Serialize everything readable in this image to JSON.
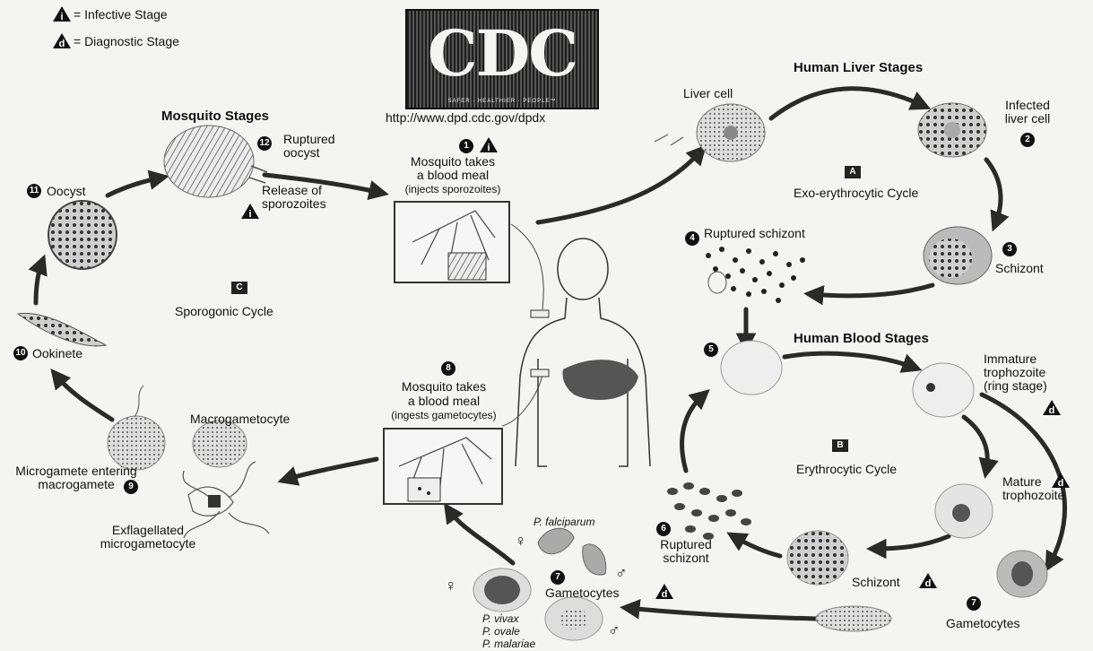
{
  "legend": {
    "infective_symbol": "i",
    "infective_label": "= Infective Stage",
    "diagnostic_symbol": "d",
    "diagnostic_label": "= Diagnostic Stage"
  },
  "logo": {
    "text": "CDC",
    "tagline": "SAFER · HEALTHIER · PEOPLE™",
    "url": "http://www.dpd.cdc.gov/dpdx"
  },
  "sections": {
    "mosquito": "Mosquito Stages",
    "liver": "Human Liver Stages",
    "blood": "Human Blood Stages",
    "exo_letter": "A",
    "exo": "Exo-erythrocytic Cycle",
    "ery_letter": "B",
    "ery": "Erythrocytic Cycle",
    "spo_letter": "C",
    "spo": "Sporogonic Cycle"
  },
  "stages": {
    "s1": {
      "num": "1",
      "line1": "Mosquito takes",
      "line2": "a blood meal",
      "line3": "(injects sporozoites)"
    },
    "liver_cell": "Liver cell",
    "s2": {
      "num": "2",
      "text": "Infected\nliver cell"
    },
    "s3": {
      "num": "3",
      "text": "Schizont"
    },
    "s4": {
      "num": "4",
      "text": "Ruptured schizont"
    },
    "s5": {
      "num": "5"
    },
    "immature": "Immature\ntrophozoite\n(ring stage)",
    "mature": "Mature\ntrophozoite",
    "schizont_b": "Schizont",
    "s6": {
      "num": "6",
      "text": "Ruptured\nschizont"
    },
    "s7": {
      "num": "7",
      "text": "Gametocytes"
    },
    "s7b": {
      "num": "7",
      "text": "Gametocytes"
    },
    "falciparum": "P. falciparum",
    "vivax": "P. vivax",
    "ovale": "P. ovale",
    "malariae": "P. malariae",
    "s8": {
      "num": "8",
      "line1": "Mosquito takes",
      "line2": "a blood meal",
      "line3": "(ingests gametocytes)"
    },
    "macrogametocyte": "Macrogametocyte",
    "s9": {
      "num": "9",
      "text": "Microgamete entering\nmacrogamete"
    },
    "exflag": "Exflagellated\nmicrogametocyte",
    "s10": {
      "num": "10",
      "text": "Ookinete"
    },
    "s11": {
      "num": "11",
      "text": "Oocyst"
    },
    "s12": {
      "num": "12",
      "text": "Ruptured\noocyst"
    },
    "release": "Release of\nsporozoites"
  },
  "symbols": {
    "female": "♀",
    "male": "♂",
    "i": "i",
    "d": "d"
  }
}
